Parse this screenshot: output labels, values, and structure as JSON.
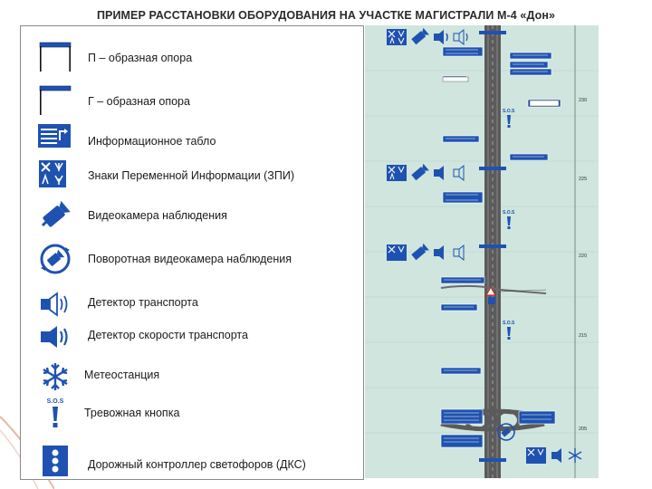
{
  "title": "ПРИМЕР РАССТАНОВКИ ОБОРУДОВАНИЯ НА УЧАСТКЕ МАГИСТРАЛИ М-4 «Дон»",
  "colors": {
    "equipment_blue": "#1f52b0",
    "map_background": "#cfe5de",
    "road": "#4a4a4a",
    "sos_red": "#d22222"
  },
  "legend": {
    "items": [
      {
        "icon": "p-shaped-support-icon",
        "label": "П – образная опора"
      },
      {
        "icon": "g-shaped-support-icon",
        "label": "Г – образная опора"
      },
      {
        "icon": "information-board-icon",
        "label": "Информационное табло"
      },
      {
        "icon": "variable-message-sign-icon",
        "label": "Знаки Переменной Информации (ЗПИ)"
      },
      {
        "icon": "video-camera-icon",
        "label": "Видеокамера наблюдения"
      },
      {
        "icon": "rotating-camera-icon",
        "label": "Поворотная видеокамера наблюдения"
      },
      {
        "icon": "traffic-detector-icon",
        "label": "Детектор транспорта"
      },
      {
        "icon": "speed-detector-icon",
        "label": "Детектор скорости транспорта"
      },
      {
        "icon": "weather-station-icon",
        "label": "Метеостанция"
      },
      {
        "icon": "alarm-button-icon",
        "label": "Тревожная кнопка"
      },
      {
        "icon": "traffic-light-controller-icon",
        "label": "Дорожный контроллер светофоров (ДКС)"
      }
    ]
  },
  "map": {
    "sos_label": "S.O.S",
    "km_markers": [
      "230",
      "225",
      "220",
      "215",
      "205"
    ]
  }
}
